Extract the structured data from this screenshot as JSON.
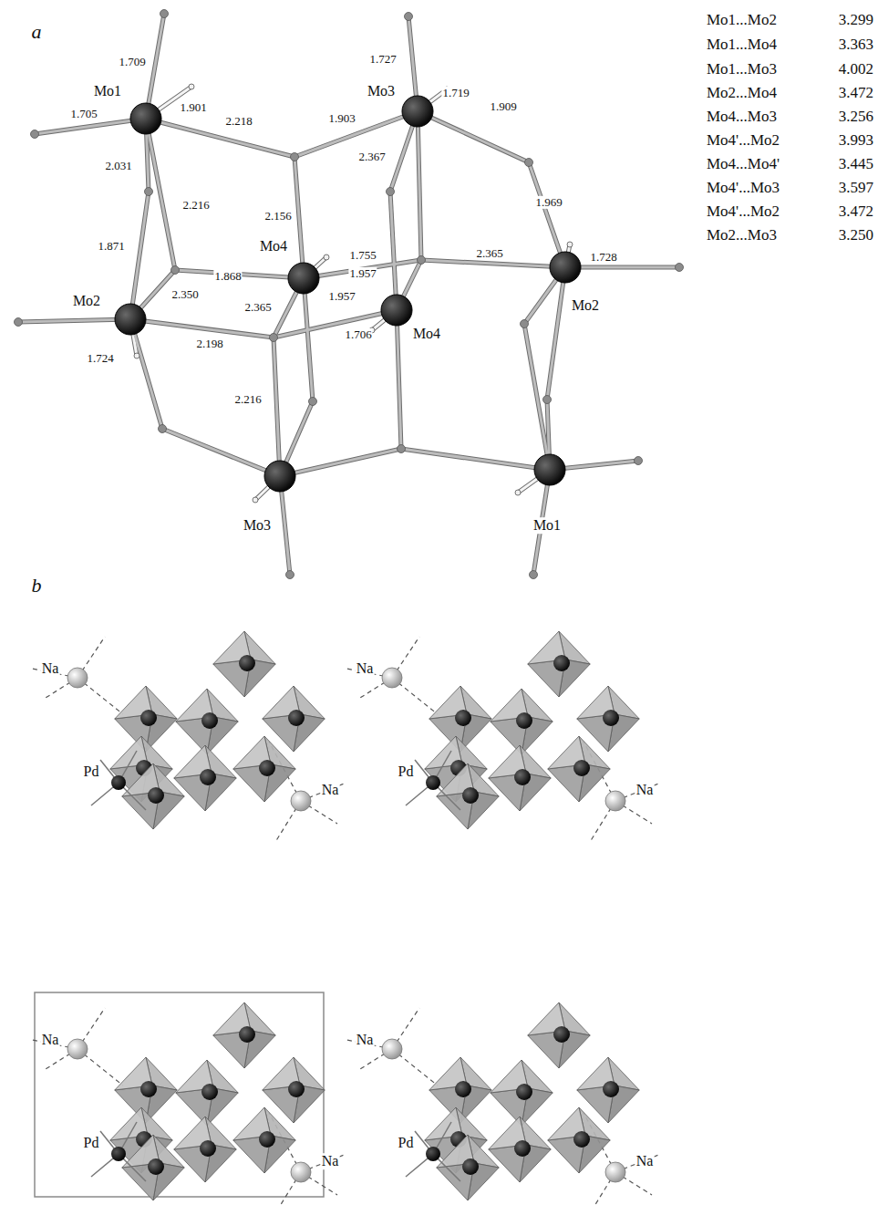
{
  "diagram": {
    "labels": [
      "a",
      "Mo1...Mo2",
      "3.299",
      "Mo1...Mo4",
      "3.363",
      "Mo1...Mo3",
      "4.002",
      "Mo2...Mo4",
      "3.472",
      "Mo4...Mo3",
      "3.256",
      "Mo4'...Mo2",
      "3.993",
      "Mo4...Mo4'",
      "3.445",
      "Mo4'...Mo3",
      "3.597",
      "Mo4'...Mo2",
      "3.472",
      "Mo2...Mo3",
      "3.250",
      "Mo1",
      "Mo3",
      "Mo4",
      "Mo2",
      "Mo4",
      "Mo2",
      "Mo3",
      "Mo1",
      "1.709",
      "1.705",
      "1.901",
      "2.218",
      "2.031",
      "2.216",
      "1.871",
      "1.868",
      "2.350",
      "2.365",
      "2.198",
      "2.156",
      "1.755",
      "1.957",
      "1.957",
      "1.706",
      "2.216",
      "1.903",
      "1.727",
      "1.719",
      "1.909",
      "2.367",
      "1.969",
      "2.365",
      "1.728",
      "1.724",
      "b",
      "Na",
      "Pd",
      "Na",
      "Na",
      "Pd",
      "Na",
      "Na",
      "Pd",
      "Na",
      "Na",
      "Pd",
      "Na"
    ]
  }
}
